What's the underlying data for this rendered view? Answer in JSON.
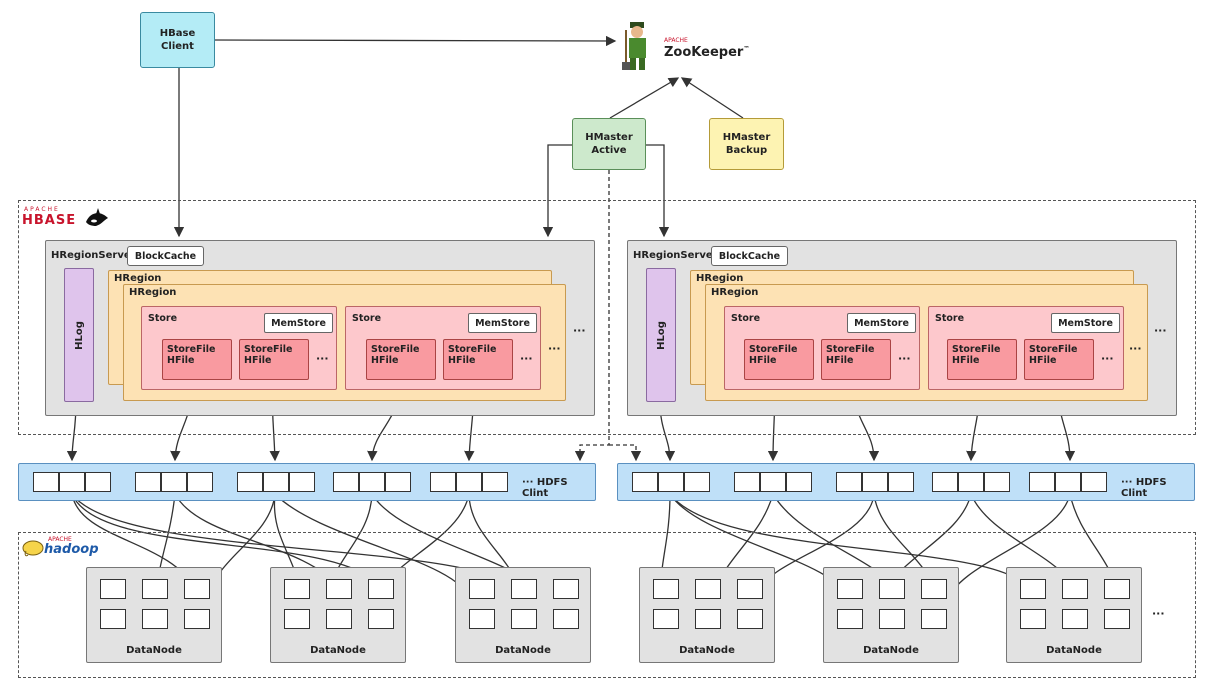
{
  "client": {
    "line1": "HBase",
    "line2": "Client"
  },
  "zookeeper": {
    "apache": "APACHE",
    "name": "ZooKeeper",
    "tm": "™"
  },
  "hmaster_active": {
    "line1": "HMaster",
    "line2": "Active"
  },
  "hmaster_backup": {
    "line1": "HMaster",
    "line2": "Backup"
  },
  "hbase_logo": {
    "apache": "APACHE",
    "name": "HBASE"
  },
  "hadoop_logo": {
    "apache": "APACHE",
    "name": "hadoop"
  },
  "region_server": {
    "label": "HRegionServer",
    "blockcache": "BlockCache",
    "hlog": "HLog",
    "region_label": "HRegion",
    "store_label": "Store",
    "memstore": "MemStore",
    "storefile_line1": "StoreFile",
    "storefile_line2": "HFile",
    "ellipsis": "···"
  },
  "hdfs_client": {
    "label": "··· HDFS Clint"
  },
  "datanode": {
    "label": "DataNode"
  },
  "more": "···",
  "colors": {
    "client": "#b4ecf6",
    "hmaster_active": "#cde9cc",
    "hmaster_backup": "#fdf3b2",
    "region_server": "#e2e2e2",
    "hlog": "#dfc4ec",
    "region": "#fde2b4",
    "store": "#fdc8cc",
    "storefile": "#f99aa0",
    "hdfs": "#bfe0f8",
    "hbase_logo": "#c8142c"
  }
}
